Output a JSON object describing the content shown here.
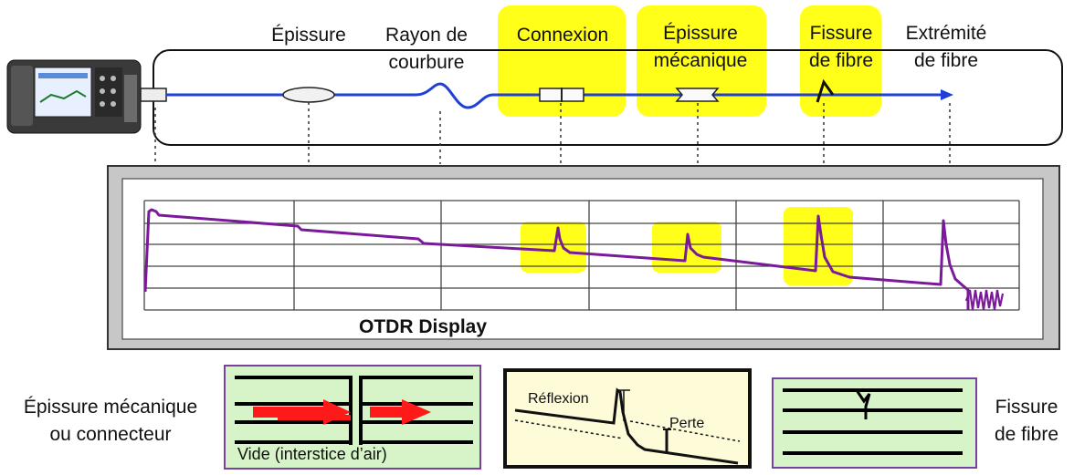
{
  "top_diagram": {
    "labels": {
      "splice": "Épissure",
      "bend_line1": "Rayon de",
      "bend_line2": "courbure",
      "connection": "Connexion",
      "mech_splice_line1": "Épissure",
      "mech_splice_line2": "mécanique",
      "fiber_break_line1": "Fissure",
      "fiber_break_line2": "de fibre",
      "fiber_end_line1": "Extrémité",
      "fiber_end_line2": "de fibre"
    },
    "colors": {
      "fiber": "#1f3fd6",
      "highlight": "#ffff1a",
      "device": "#2b2b2b"
    }
  },
  "otdr": {
    "title": "OTDR Display",
    "trace_color": "#7a1a9a",
    "grid_color": "#444444"
  },
  "bottom": {
    "left_label_line1": "Épissure mécanique",
    "left_label_line2": "ou connecteur",
    "gap_caption": "Vide (interstice d’air)",
    "reflection_label": "Réflexion",
    "loss_label": "Perte",
    "right_label_line1": "Fissure",
    "right_label_line2": "de fibre",
    "colors": {
      "panel_fill": "#d7f3c8",
      "detail_fill": "#fdfbd8",
      "arrow": "#ff1a1a",
      "border": "#7a3fa0"
    }
  }
}
